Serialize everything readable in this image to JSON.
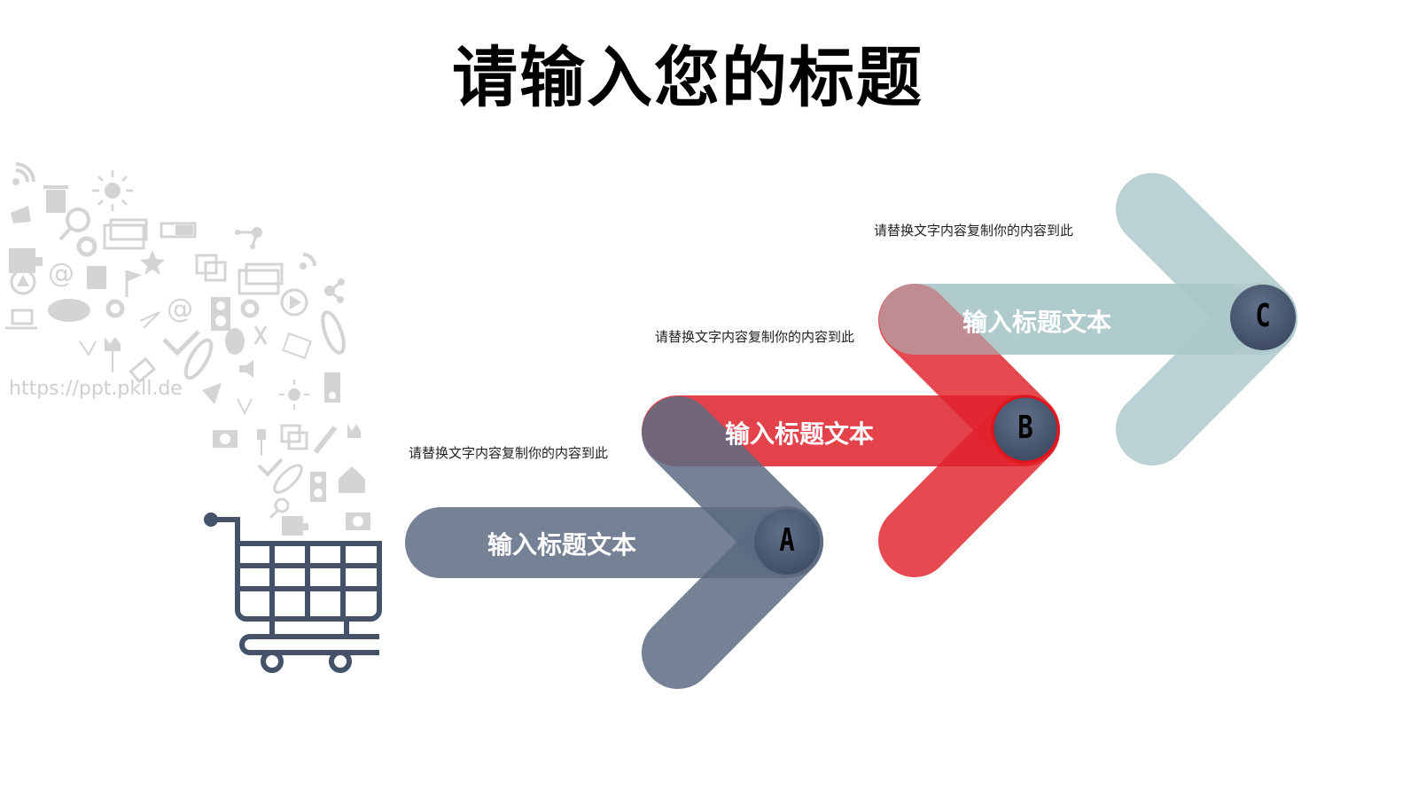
{
  "slide": {
    "title": "请输入您的标题",
    "watermark": "https://ppt.pkll.de"
  },
  "steps": [
    {
      "id": "A",
      "badge": "A",
      "label": "输入标题文本",
      "caption": "请替换文字内容复制你的内容到此",
      "color": "#5d6b82"
    },
    {
      "id": "B",
      "badge": "B",
      "label": "输入标题文本",
      "caption": "请替换文字内容复制你的内容到此",
      "color": "#e2212b"
    },
    {
      "id": "C",
      "badge": "C",
      "label": "输入标题文本",
      "caption": "请替换文字内容复制你的内容到此",
      "color": "#9fbfc3"
    }
  ],
  "colors": {
    "badge": "#46546b",
    "cart": "#44526a",
    "icon_cloud": "#d6d6d6"
  }
}
